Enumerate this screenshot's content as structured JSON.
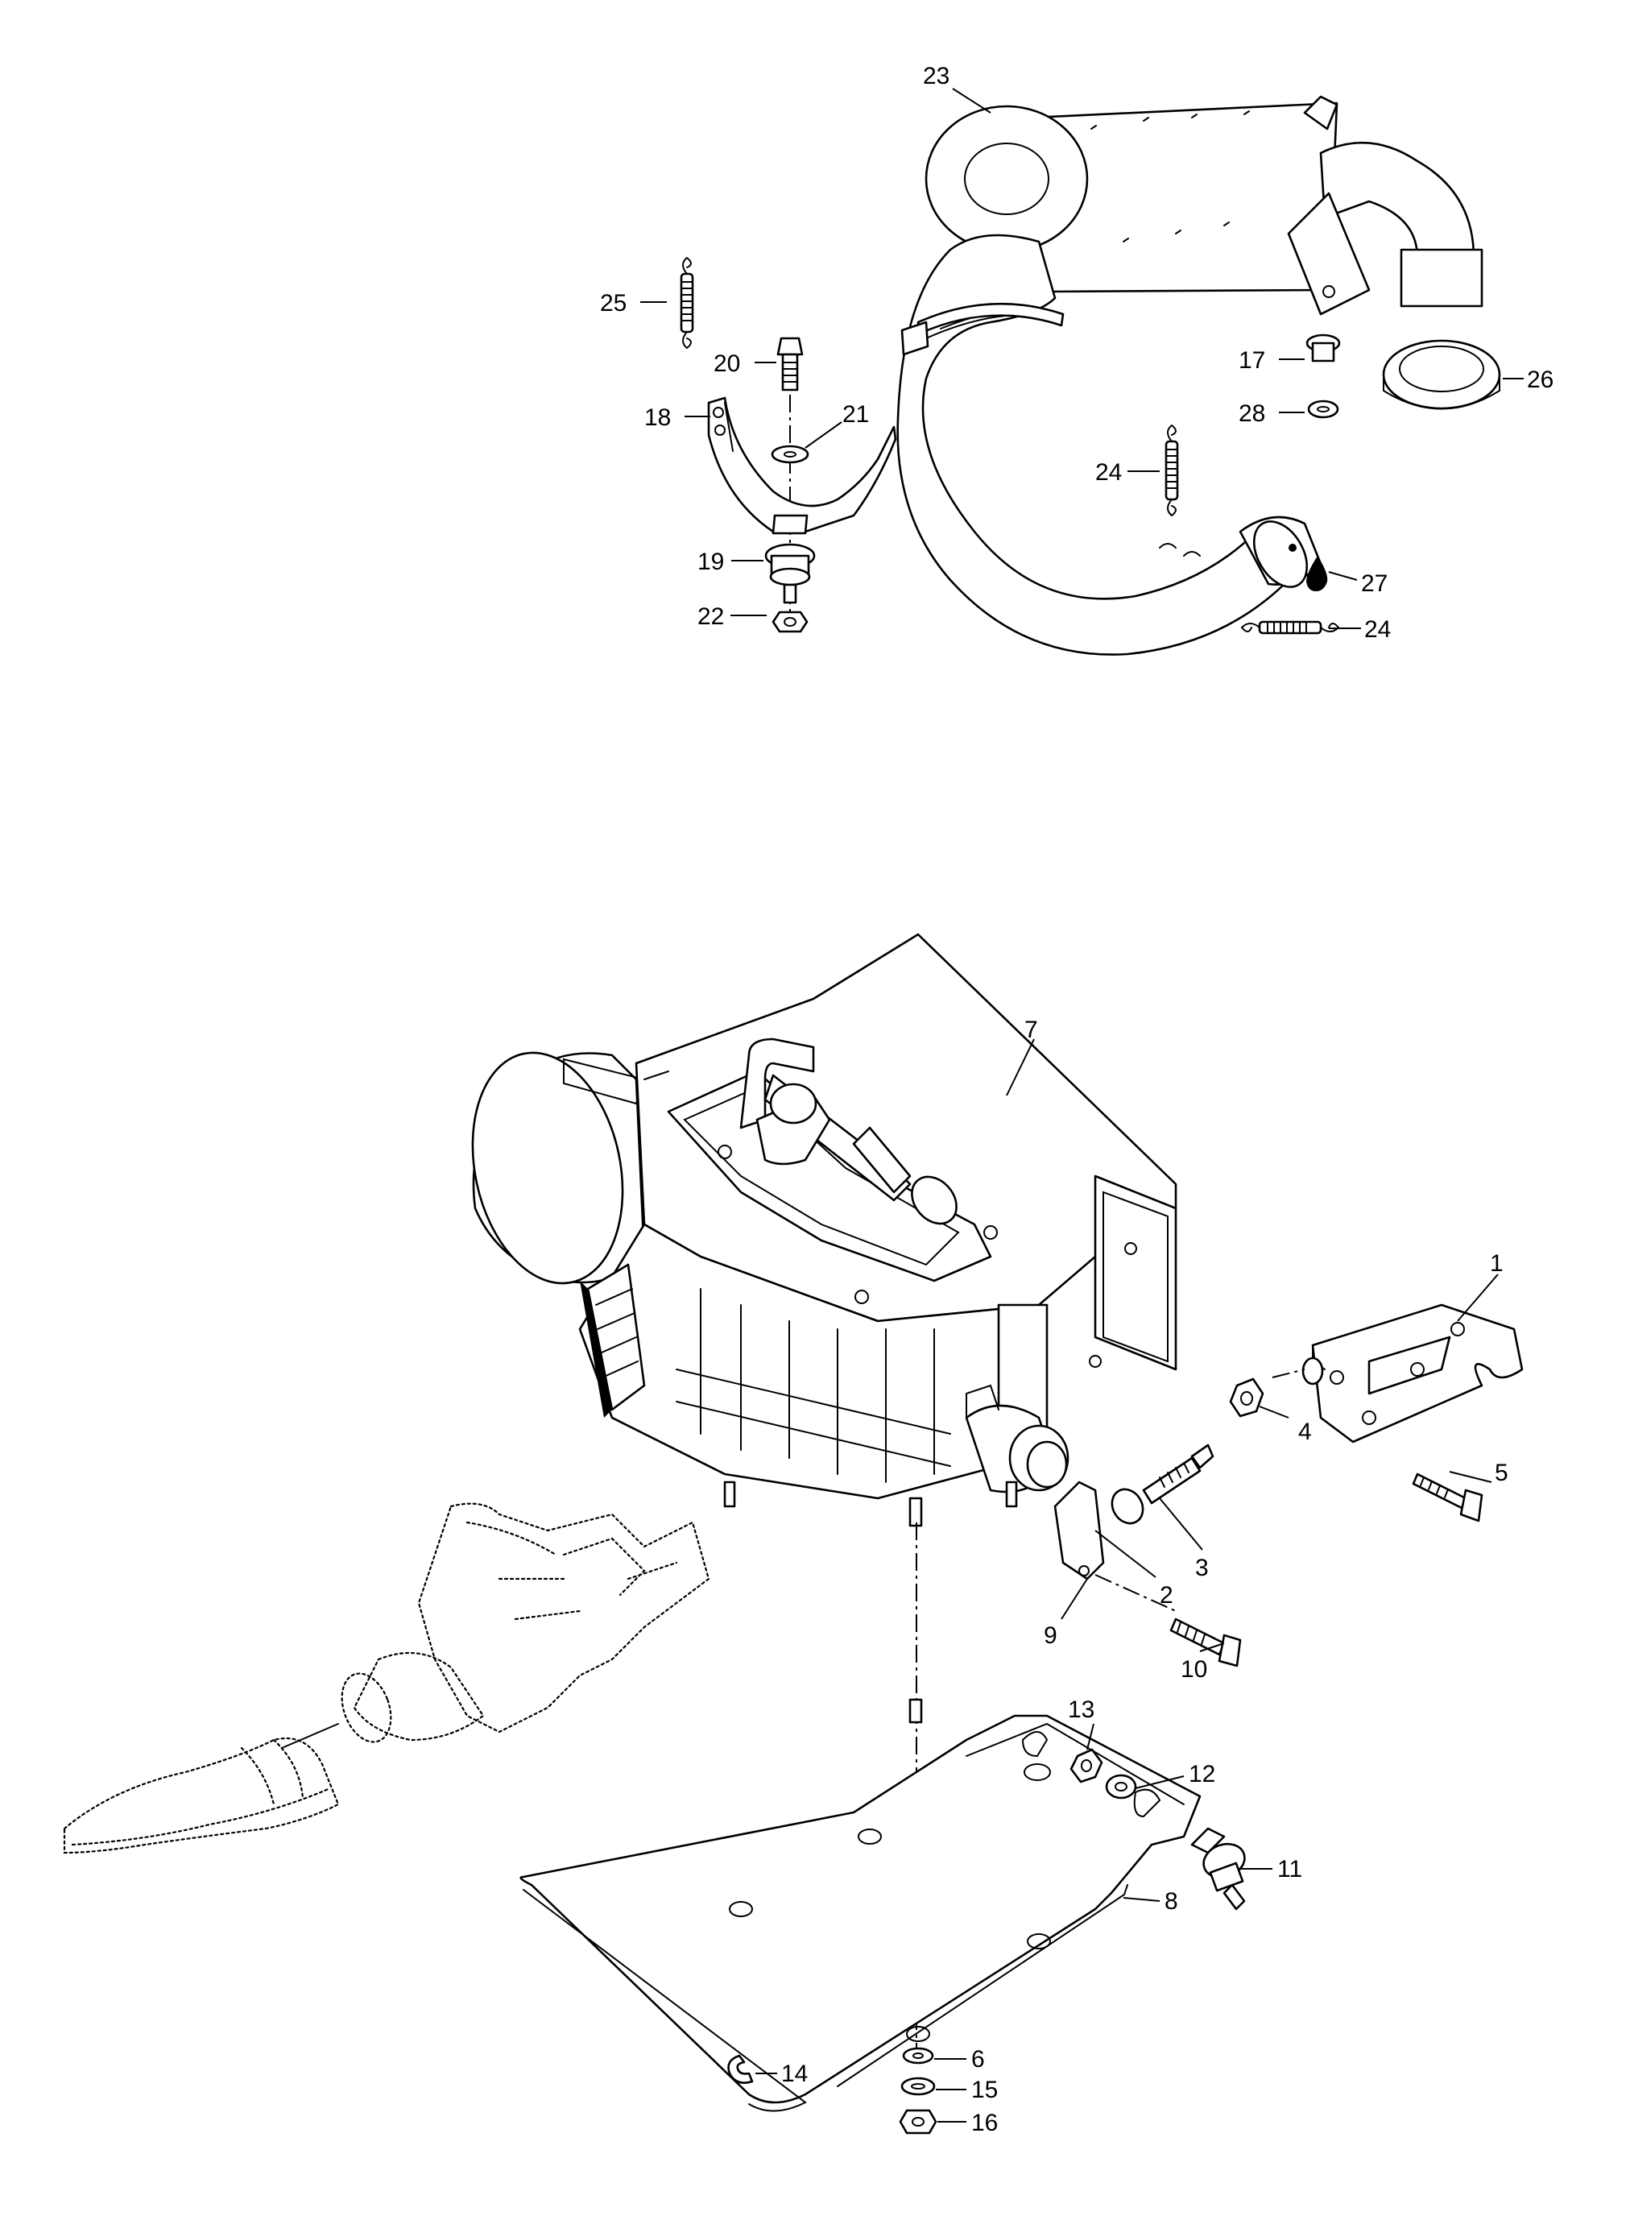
{
  "callouts": [
    {
      "id": "c1",
      "text": "1"
    },
    {
      "id": "c2",
      "text": "2"
    },
    {
      "id": "c3",
      "text": "3"
    },
    {
      "id": "c4",
      "text": "4"
    },
    {
      "id": "c5",
      "text": "5"
    },
    {
      "id": "c6",
      "text": "6"
    },
    {
      "id": "c7",
      "text": "7"
    },
    {
      "id": "c8",
      "text": "8"
    },
    {
      "id": "c9",
      "text": "9"
    },
    {
      "id": "c10",
      "text": "10"
    },
    {
      "id": "c11",
      "text": "11"
    },
    {
      "id": "c12",
      "text": "12"
    },
    {
      "id": "c13",
      "text": "13"
    },
    {
      "id": "c14",
      "text": "14"
    },
    {
      "id": "c15",
      "text": "15"
    },
    {
      "id": "c16",
      "text": "16"
    },
    {
      "id": "c17",
      "text": "17"
    },
    {
      "id": "c18",
      "text": "18"
    },
    {
      "id": "c19",
      "text": "19"
    },
    {
      "id": "c20",
      "text": "20"
    },
    {
      "id": "c21",
      "text": "21"
    },
    {
      "id": "c22",
      "text": "22"
    },
    {
      "id": "c23",
      "text": "23"
    },
    {
      "id": "c24a",
      "text": "24"
    },
    {
      "id": "c24b",
      "text": "24"
    },
    {
      "id": "c25",
      "text": "25"
    },
    {
      "id": "c26",
      "text": "26"
    },
    {
      "id": "c27",
      "text": "27"
    },
    {
      "id": "c28",
      "text": "28"
    }
  ],
  "colors": {
    "line": "#000000",
    "background": "#ffffff"
  }
}
